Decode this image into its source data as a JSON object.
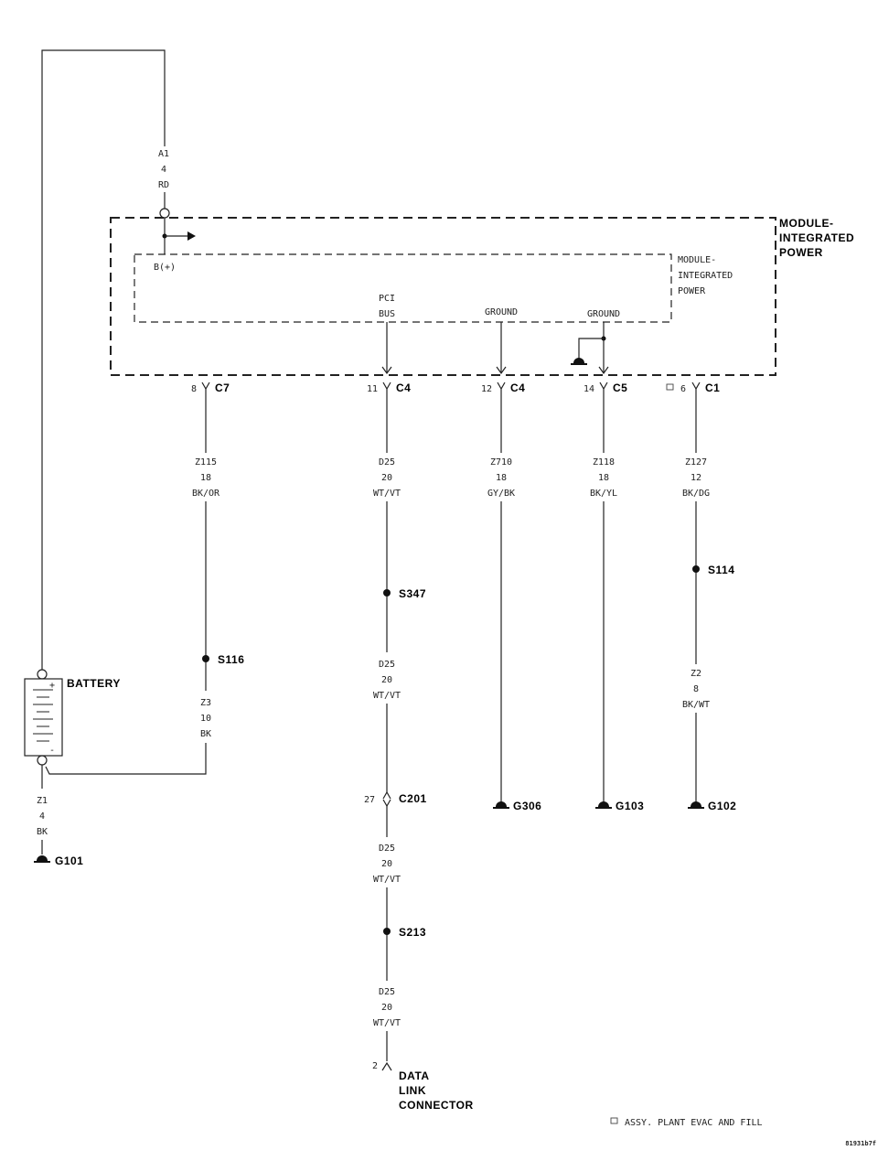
{
  "module": {
    "outer_title_line1": "MODULE-",
    "outer_title_line2": "INTEGRATED",
    "outer_title_line3": "POWER",
    "inner_title_line1": "MODULE-",
    "inner_title_line2": "INTEGRATED",
    "inner_title_line3": "POWER",
    "b_plus": "B(+)",
    "pci_line1": "PCI",
    "pci_line2": "BUS",
    "ground1": "GROUND",
    "ground2": "GROUND"
  },
  "feed": {
    "circuit": "A1",
    "gauge": "4",
    "color": "RD"
  },
  "connectors": [
    {
      "pin": "8",
      "name": "C7"
    },
    {
      "pin": "11",
      "name": "C4"
    },
    {
      "pin": "12",
      "name": "C4"
    },
    {
      "pin": "14",
      "name": "C5"
    },
    {
      "pin": "6",
      "name": "C1"
    }
  ],
  "wires": {
    "z115": {
      "circuit": "Z115",
      "gauge": "18",
      "color": "BK/OR"
    },
    "d25a": {
      "circuit": "D25",
      "gauge": "20",
      "color": "WT/VT"
    },
    "z710": {
      "circuit": "Z710",
      "gauge": "18",
      "color": "GY/BK"
    },
    "z118": {
      "circuit": "Z118",
      "gauge": "18",
      "color": "BK/YL"
    },
    "z127": {
      "circuit": "Z127",
      "gauge": "12",
      "color": "BK/DG"
    },
    "z3": {
      "circuit": "Z3",
      "gauge": "10",
      "color": "BK"
    },
    "d25b": {
      "circuit": "D25",
      "gauge": "20",
      "color": "WT/VT"
    },
    "z2": {
      "circuit": "Z2",
      "gauge": "8",
      "color": "BK/WT"
    },
    "z1": {
      "circuit": "Z1",
      "gauge": "4",
      "color": "BK"
    },
    "d25c": {
      "circuit": "D25",
      "gauge": "20",
      "color": "WT/VT"
    },
    "d25d": {
      "circuit": "D25",
      "gauge": "20",
      "color": "WT/VT"
    }
  },
  "splices": {
    "s116": "S116",
    "s347": "S347",
    "s114": "S114",
    "s213": "S213"
  },
  "grounds": {
    "g306": "G306",
    "g103": "G103",
    "g102": "G102",
    "g101": "G101"
  },
  "battery": {
    "label": "BATTERY",
    "plus": "+",
    "minus": "-"
  },
  "c201": {
    "pin": "27",
    "name": "C201"
  },
  "dlc": {
    "pin": "2",
    "line1": "DATA",
    "line2": "LINK",
    "line3": "CONNECTOR"
  },
  "legend": {
    "text": "ASSY. PLANT EVAC AND FILL"
  },
  "figure_id": "81931b7f"
}
